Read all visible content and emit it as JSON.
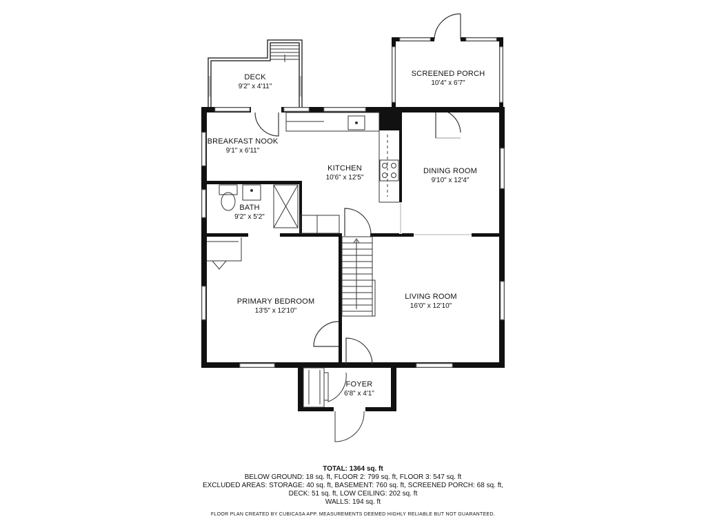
{
  "rooms": {
    "deck": {
      "name": "DECK",
      "dim": "9'2\" x 4'11\""
    },
    "screened_porch": {
      "name": "SCREENED PORCH",
      "dim": "10'4\" x 6'7\""
    },
    "breakfast_nook": {
      "name": "BREAKFAST NOOK",
      "dim": "9'1\" x 6'11\""
    },
    "kitchen": {
      "name": "KITCHEN",
      "dim": "10'6\" x 12'5\""
    },
    "dining_room": {
      "name": "DINING ROOM",
      "dim": "9'10\" x 12'4\""
    },
    "bath": {
      "name": "BATH",
      "dim": "9'2\" x 5'2\""
    },
    "primary_bedroom": {
      "name": "PRIMARY BEDROOM",
      "dim": "13'5\" x 12'10\""
    },
    "living_room": {
      "name": "LIVING ROOM",
      "dim": "16'0\" x 12'10\""
    },
    "foyer": {
      "name": "FOYER",
      "dim": "6'8\" x 4'1\""
    }
  },
  "summary": {
    "total": "TOTAL: 1364 sq. ft",
    "line1": "BELOW GROUND: 18 sq. ft, FLOOR 2: 799 sq. ft, FLOOR 3: 547 sq. ft",
    "line2": "EXCLUDED AREAS: STORAGE: 40 sq. ft, BASEMENT: 760 sq. ft, SCREENED PORCH: 68 sq. ft,",
    "line3": "DECK: 51 sq. ft, LOW CEILING: 202 sq. ft",
    "line4": "WALLS: 194 sq. ft"
  },
  "disclaimer": "FLOOR PLAN CREATED BY CUBICASA APP. MEASUREMENTS DEEMED HIGHLY RELIABLE BUT NOT GUARANTEED.",
  "colors": {
    "wall": "#111111",
    "window": "#8a8a8a",
    "line": "#333333",
    "background": "#ffffff"
  }
}
